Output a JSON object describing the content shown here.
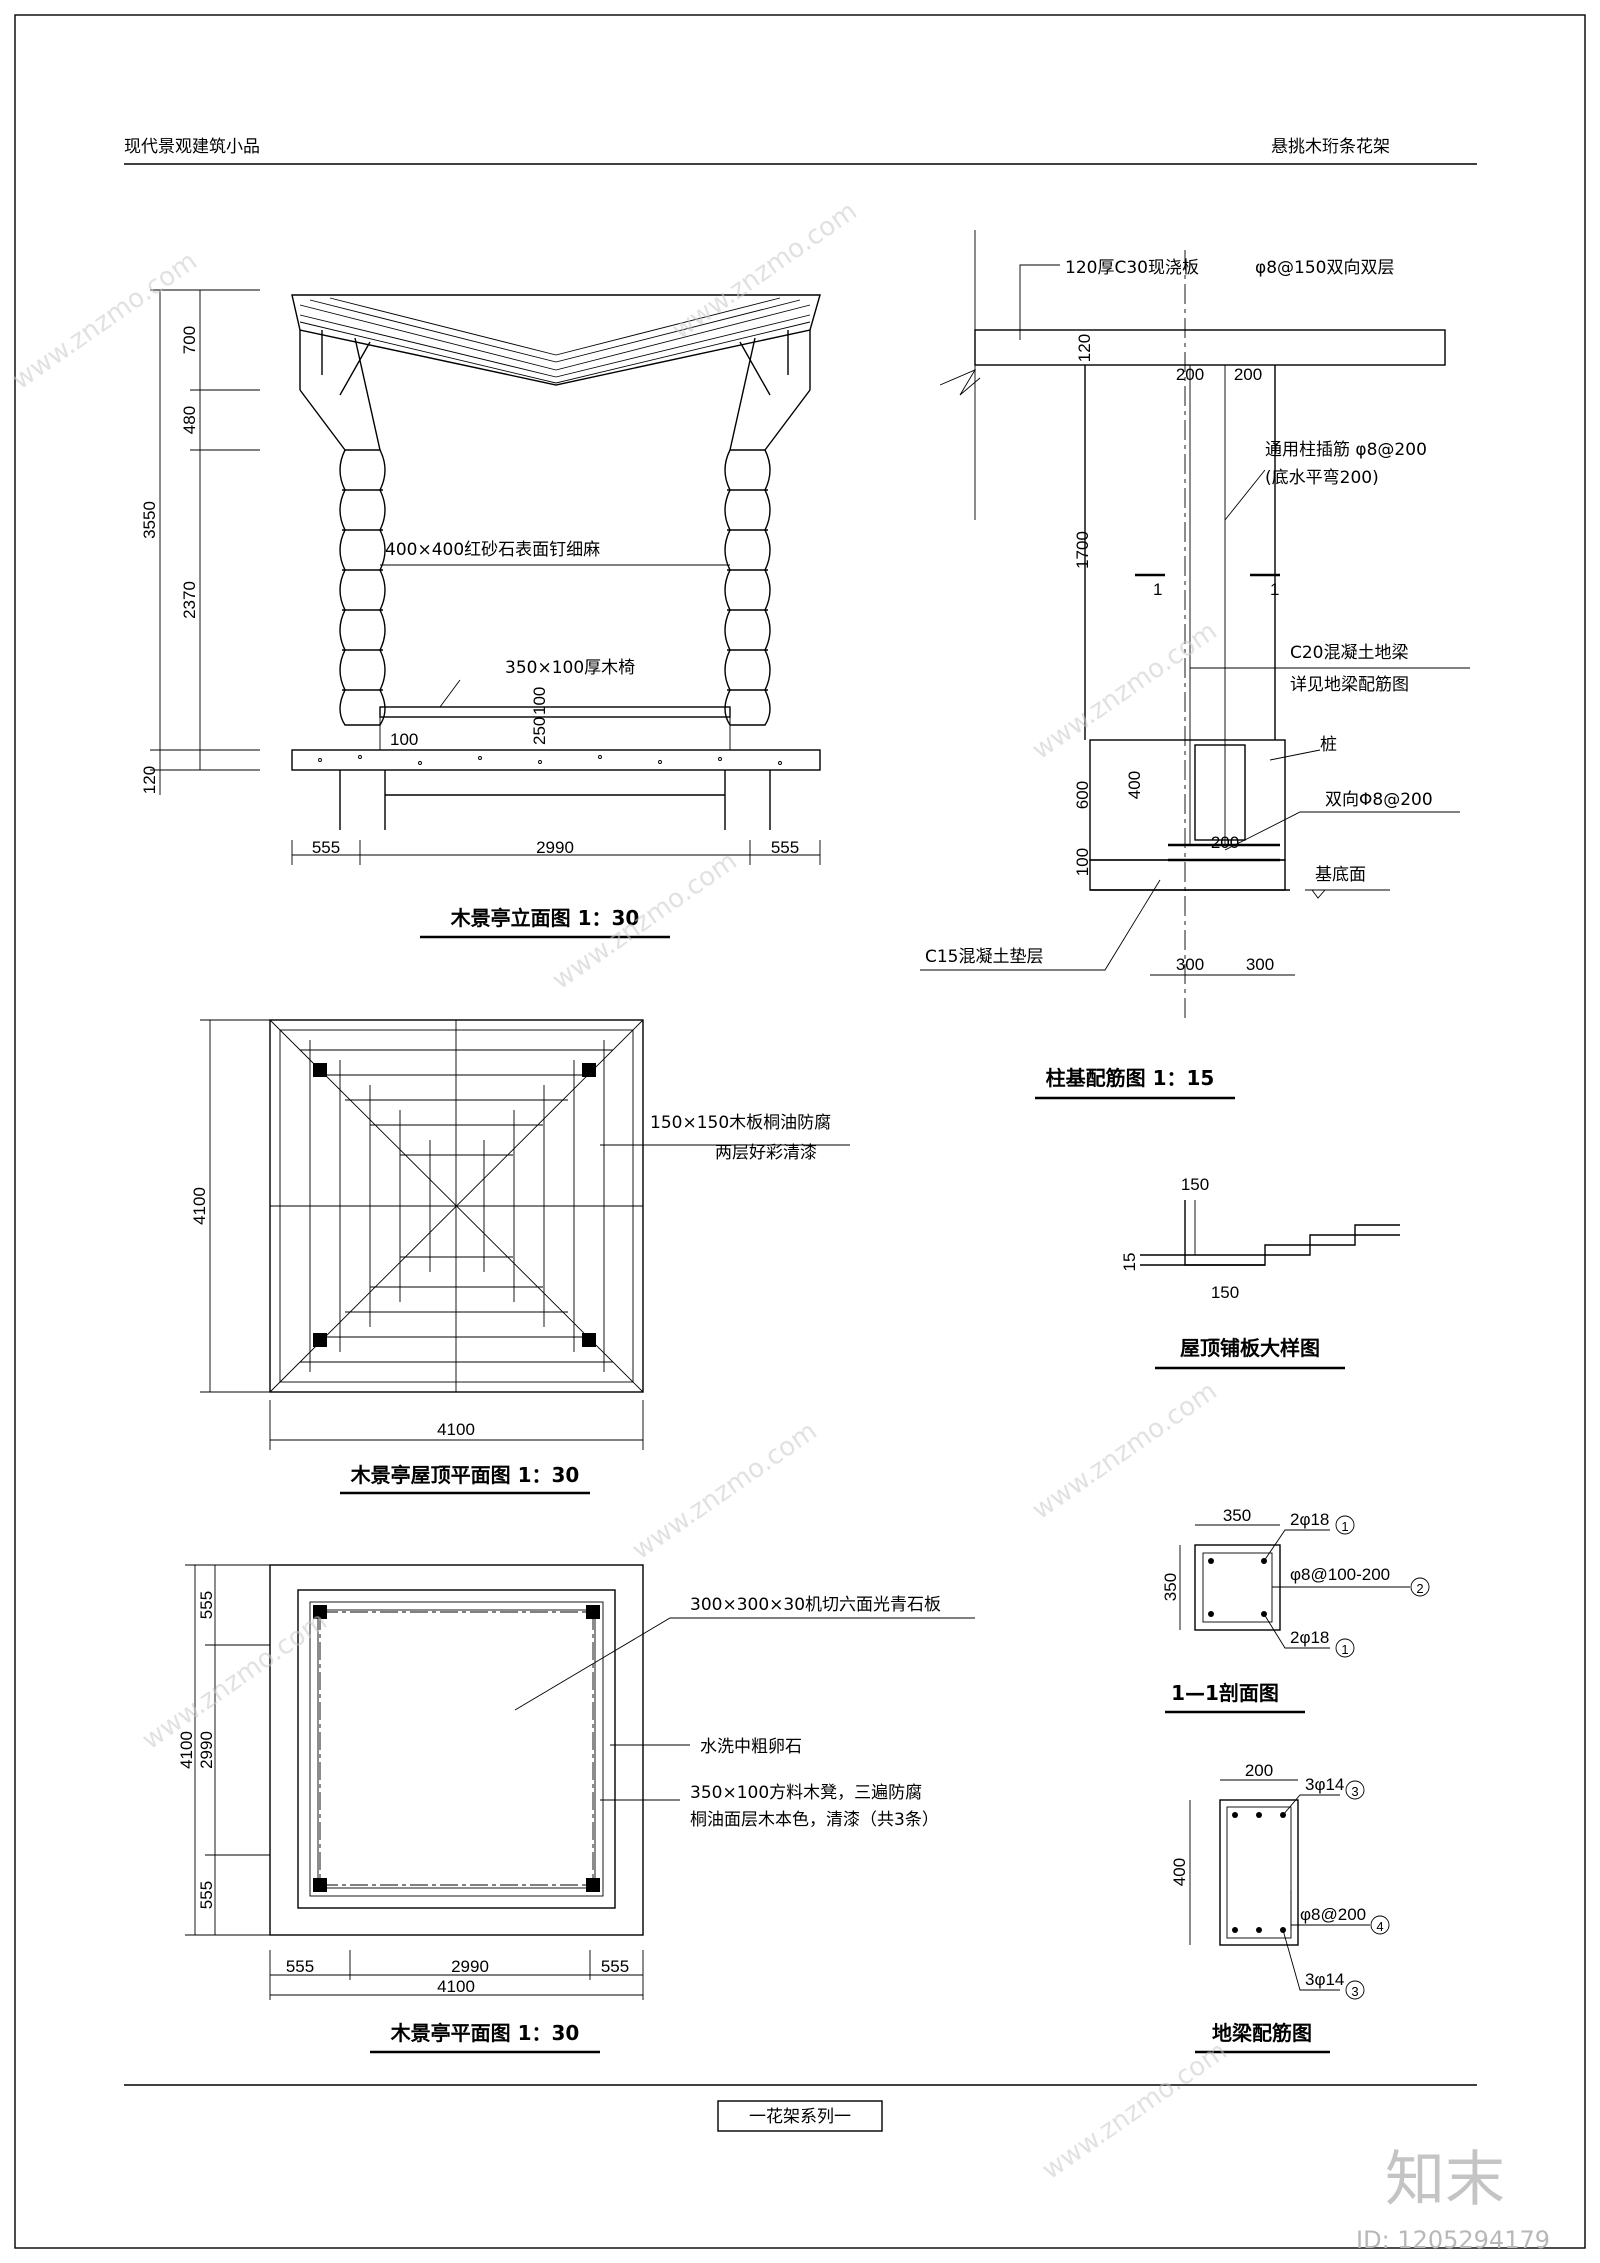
{
  "header": {
    "left": "现代景观建筑小品",
    "right": "悬挑木珩条花架"
  },
  "footer": {
    "series": "一花架系列一"
  },
  "watermark": {
    "brand": "知末",
    "id": "ID: 1205294179",
    "site": "www.znzmo.com"
  },
  "elevation": {
    "title": "木景亭立面图 1：30",
    "note_stone": "400×400红砂石表面钉细麻",
    "note_bench": "350×100厚木椅",
    "dims_v": {
      "d700": "700",
      "d480": "480",
      "d2370": "2370",
      "d3550": "3550",
      "d120": "120"
    },
    "dims_small": {
      "d100a": "100",
      "d100b": "100",
      "d250": "250"
    },
    "dims_h": {
      "d555l": "555",
      "d2990": "2990",
      "d555r": "555"
    }
  },
  "column_base": {
    "title": "柱基配筋图 1：15",
    "slab": "120厚C30现浇板",
    "slab_rebar": "φ8@150双向双层",
    "col_rebar": "通用柱插筋 φ8@200",
    "col_rebar2": "(底水平弯200)",
    "beam": "C20混凝土地梁",
    "beam2": "详见地梁配筋图",
    "pile": "桩",
    "two_way": "双向Φ8@200",
    "base_surface": "基底面",
    "cushion": "C15混凝土垫层",
    "section_mark": "1",
    "dims": {
      "d120": "120",
      "d200a": "200",
      "d200b": "200",
      "d1700": "1700",
      "d600": "600",
      "d400": "400",
      "d100": "100",
      "d200c": "200",
      "d300a": "300",
      "d300b": "300"
    }
  },
  "roof_plan": {
    "title": "木景亭屋顶平面图 1：30",
    "note1": "150×150木板桐油防腐",
    "note2": "两层好彩清漆",
    "dim_v": "4100",
    "dim_h": "4100"
  },
  "roof_detail": {
    "title": "屋顶铺板大样图",
    "d150a": "150",
    "d15": "15",
    "d150b": "150"
  },
  "floor_plan": {
    "title": "木景亭平面图 1：30",
    "note_slab": "300×300×30机切六面光青石板",
    "note_pebble": "水洗中粗卵石",
    "note_bench1": "350×100方料木凳，三遍防腐",
    "note_bench2": "桐油面层木本色，清漆（共3条）",
    "dims_v": {
      "d555a": "555",
      "d2990": "2990",
      "d555b": "555",
      "d4100": "4100"
    },
    "dims_h": {
      "d555a": "555",
      "d2990": "2990",
      "d555b": "555",
      "d4100": "4100"
    }
  },
  "section_11": {
    "title": "1—1剖面图",
    "w": "350",
    "h": "350",
    "r1": "2φ18",
    "r2": "φ8@100-200",
    "r3": "2φ18",
    "c1": "1",
    "c2": "2",
    "c3": "1"
  },
  "beam_section": {
    "title": "地梁配筋图",
    "w": "200",
    "h": "400",
    "r1": "3φ14",
    "r2": "φ8@200",
    "r3": "3φ14",
    "c1": "3",
    "c2": "4",
    "c3": "3"
  }
}
